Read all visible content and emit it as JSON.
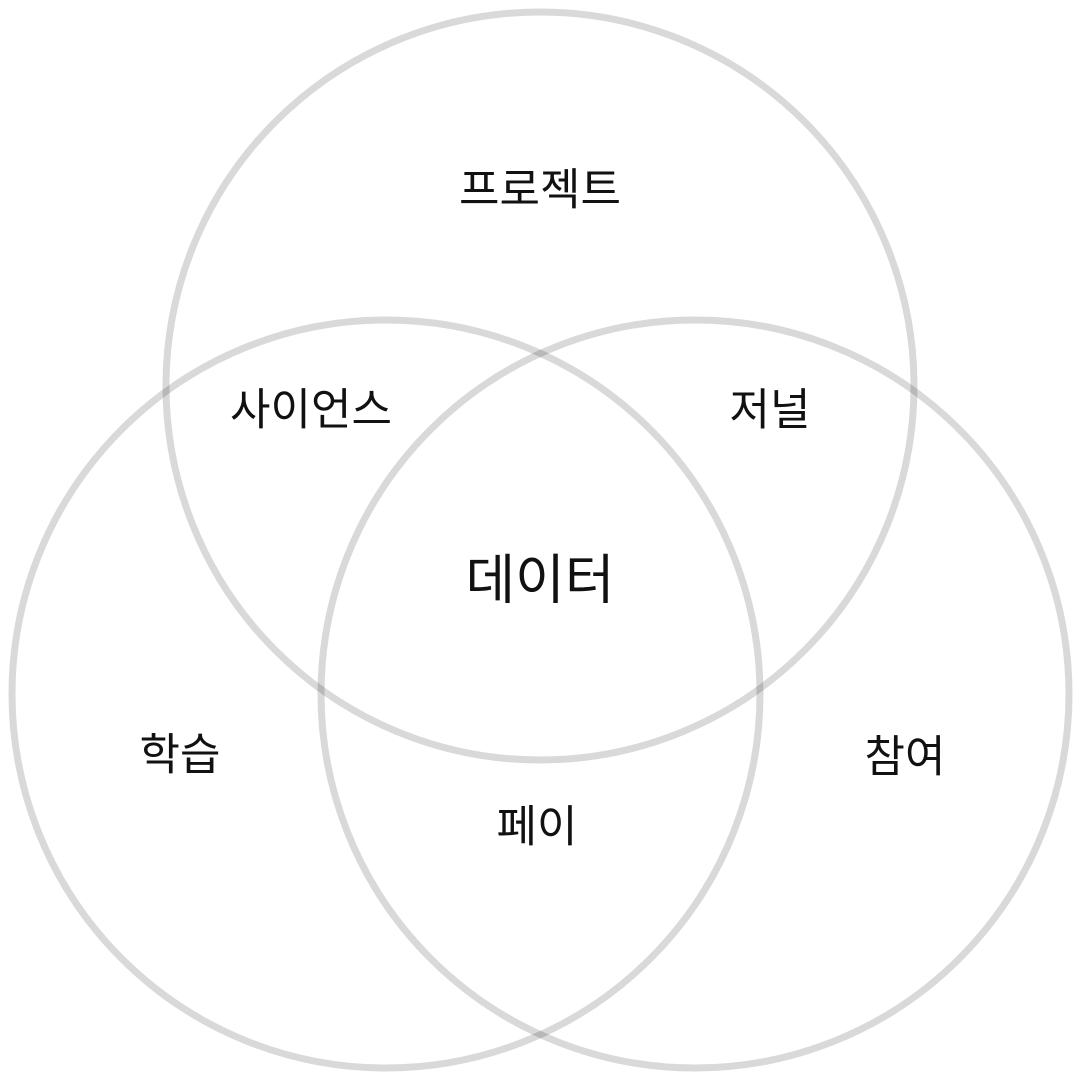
{
  "diagram": {
    "type": "venn",
    "sets": {
      "top": "프로젝트",
      "left": "학습",
      "right": "참여"
    },
    "intersections": {
      "top_left": "사이언스",
      "top_right": "저널",
      "left_right": "페이",
      "center": "데이터"
    },
    "stroke_color": "#d9d9d9"
  }
}
